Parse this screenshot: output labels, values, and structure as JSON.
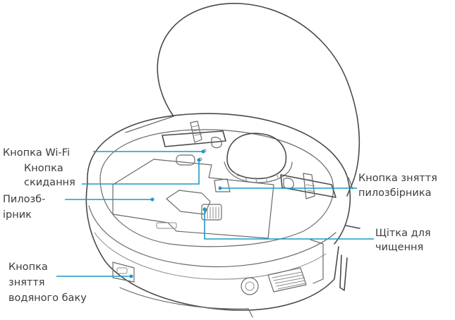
{
  "labels": {
    "wifi_button": "Кнопка Wi-Fi",
    "reset_button_line1": "Кнопка",
    "reset_button_line2": "скидання",
    "dustbin_line1": "Пилозб-",
    "dustbin_line2": "ірник",
    "dustbin_release_line1": "Кнопка зняття",
    "dustbin_release_line2": "пилозбірника",
    "brush_line1": "Щітка для",
    "brush_line2": "чищення",
    "water_tank_line1": "Кнопка",
    "water_tank_line2": "зняття",
    "water_tank_line3": "водяного баку"
  },
  "colors": {
    "callout": "#1d97c6",
    "outline": "#4a4a4a",
    "text": "#3c3c3c"
  }
}
